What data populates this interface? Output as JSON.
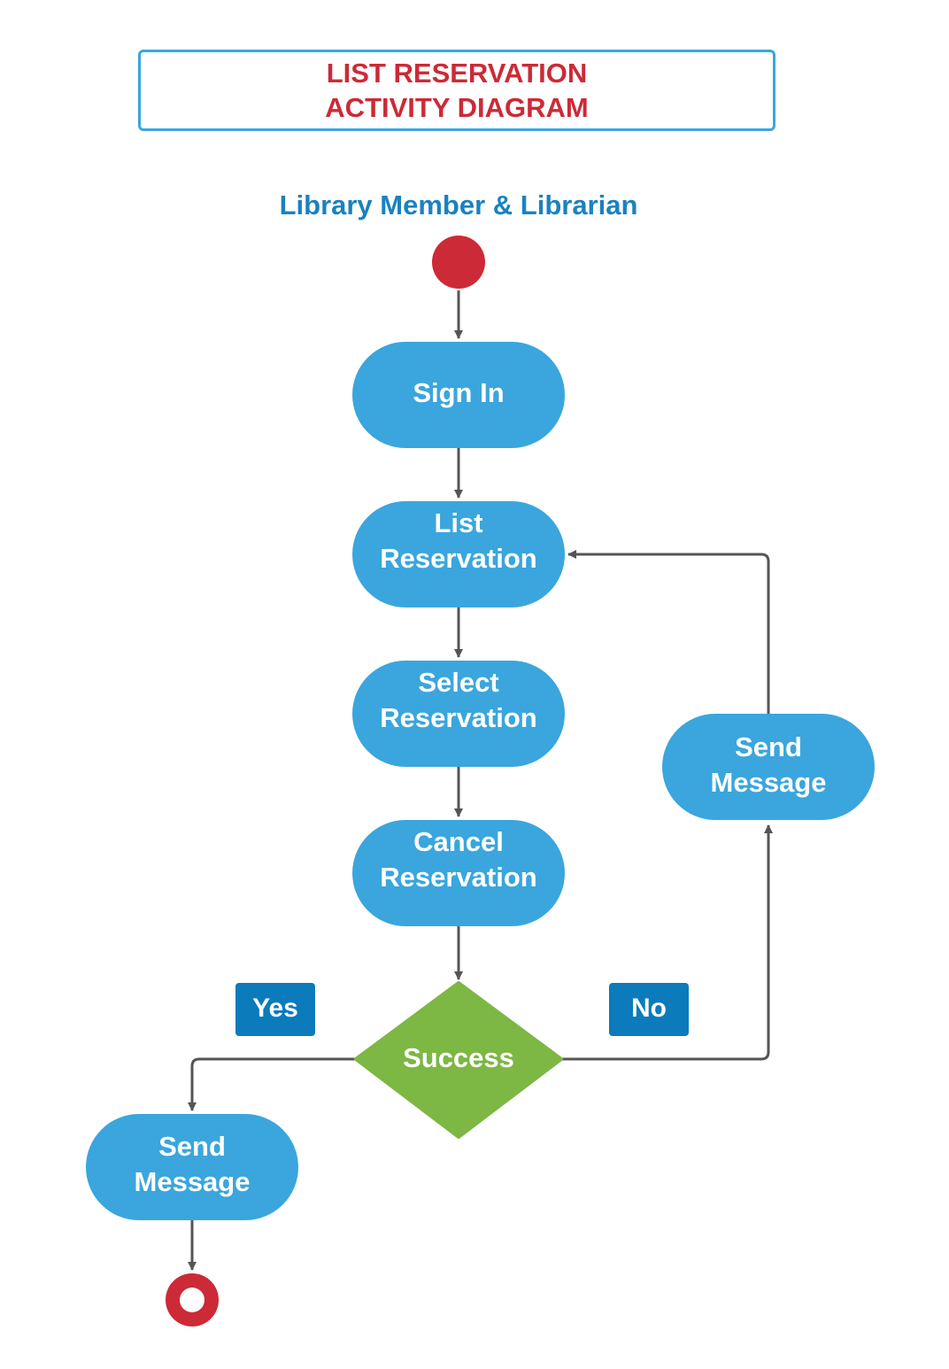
{
  "title": {
    "line1": "LIST RESERVATION",
    "line2": "ACTIVITY DIAGRAM"
  },
  "lane_label": "Library Member & Librarian",
  "nodes": {
    "sign_in": [
      "Sign In"
    ],
    "list_reservation": [
      "List",
      "Reservation"
    ],
    "select_reservation": [
      "Select",
      "Reservation"
    ],
    "cancel_reservation": [
      "Cancel",
      "Reservation"
    ],
    "decision": "Success",
    "send_message_no": [
      "Send",
      "Message"
    ],
    "send_message_yes": [
      "Send",
      "Message"
    ]
  },
  "branch_labels": {
    "yes": "Yes",
    "no": "No"
  },
  "colors": {
    "action": "#3aa6dd",
    "decision": "#7db744",
    "start": "#cc2a36",
    "end": "#cc2a36",
    "tag": "#0b7bbb",
    "arrow": "#555555",
    "title_text": "#cc2a36",
    "title_border": "#3aa6dd",
    "lane_text": "#1a82c0"
  }
}
